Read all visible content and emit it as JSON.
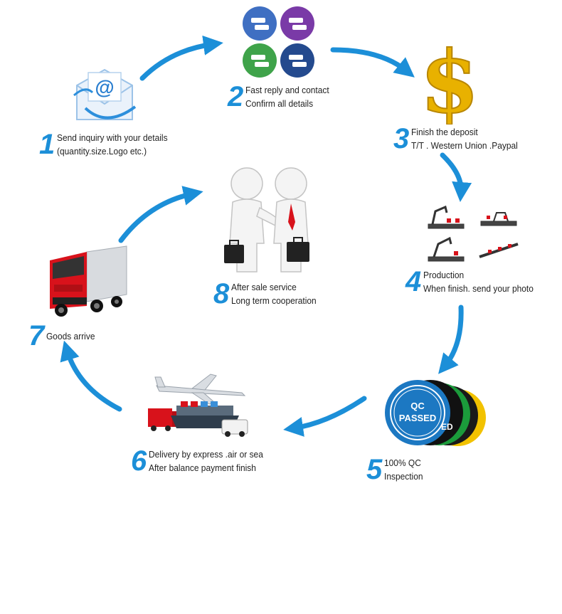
{
  "steps": [
    {
      "num": "1",
      "lines": [
        "Send inquiry with your details",
        "(quantity.size.Logo etc.)"
      ]
    },
    {
      "num": "2",
      "lines": [
        "Fast reply and contact",
        "Confirm all details"
      ]
    },
    {
      "num": "3",
      "lines": [
        "Finish the deposit",
        "T/T . Western Union .Paypal"
      ]
    },
    {
      "num": "4",
      "lines": [
        "Production",
        "When finish. send your photo"
      ]
    },
    {
      "num": "5",
      "lines": [
        "100% QC",
        "Inspection"
      ]
    },
    {
      "num": "6",
      "lines": [
        "Delivery by express .air or sea",
        "After balance payment finish"
      ]
    },
    {
      "num": "7",
      "lines": [
        "Goods arrive"
      ]
    },
    {
      "num": "8",
      "lines": [
        "After sale service",
        "Long term cooperation"
      ]
    }
  ],
  "qc_badge": {
    "line1": "QC",
    "line2": "PASSED",
    "partial": "ED"
  },
  "colors": {
    "accent": "#1c8fd8",
    "truck_red": "#d8121b",
    "gold": "#e8b100"
  }
}
